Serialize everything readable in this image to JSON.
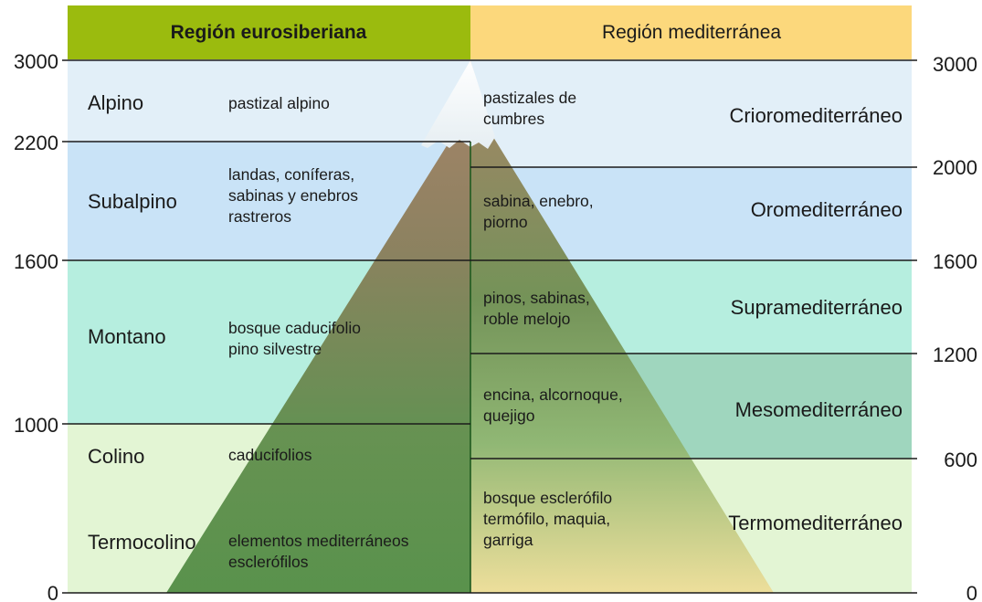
{
  "headers": {
    "left": "Región eurosiberiana",
    "right": "Región mediterránea"
  },
  "colors": {
    "left_header": "#9bbb0e",
    "right_header": "#fcd87c",
    "alpine_band": "#e2eff8",
    "subalpine_band": "#c9e3f7",
    "montane_band": "#b6eedf",
    "colline_band": "#e3f5d4",
    "meso_band": "#9fd6be",
    "mountain_top": "#a37e5e",
    "mountain_base": "#4e8a42",
    "snow": "#f8fafc"
  },
  "left_axis_ticks": [
    "3000",
    "2200",
    "1600",
    "1000",
    "0"
  ],
  "right_axis_ticks": [
    "3000",
    "2000",
    "1600",
    "1200",
    "600",
    "0"
  ],
  "eurosiberian_zones": [
    {
      "name": "Alpino",
      "vegetation": [
        "pastizal alpino"
      ]
    },
    {
      "name": "Subalpino",
      "vegetation": [
        "landas, coníferas,",
        "sabinas y enebros",
        "rastreros"
      ]
    },
    {
      "name": "Montano",
      "vegetation": [
        "bosque caducifolio",
        "pino silvestre"
      ]
    },
    {
      "name": "Colino",
      "vegetation": [
        "caducifolios"
      ]
    },
    {
      "name": "Termocolino",
      "vegetation": [
        "elementos mediterráneos",
        "esclerófilos"
      ]
    }
  ],
  "mediterranean_zones": [
    {
      "name": "Crioromediterráneo",
      "vegetation": [
        "pastizales de",
        "cumbres"
      ]
    },
    {
      "name": "Oromediterráneo",
      "vegetation": [
        "sabina, enebro,",
        "piorno"
      ]
    },
    {
      "name": "Supramediterráneo",
      "vegetation": [
        "pinos, sabinas,",
        "roble melojo"
      ]
    },
    {
      "name": "Mesomediterráneo",
      "vegetation": [
        "encina, alcornoque,",
        "quejigo"
      ]
    },
    {
      "name": "Termomediterráneo",
      "vegetation": [
        "bosque esclerófilo",
        "termófilo, maquia,",
        "garriga"
      ]
    }
  ]
}
